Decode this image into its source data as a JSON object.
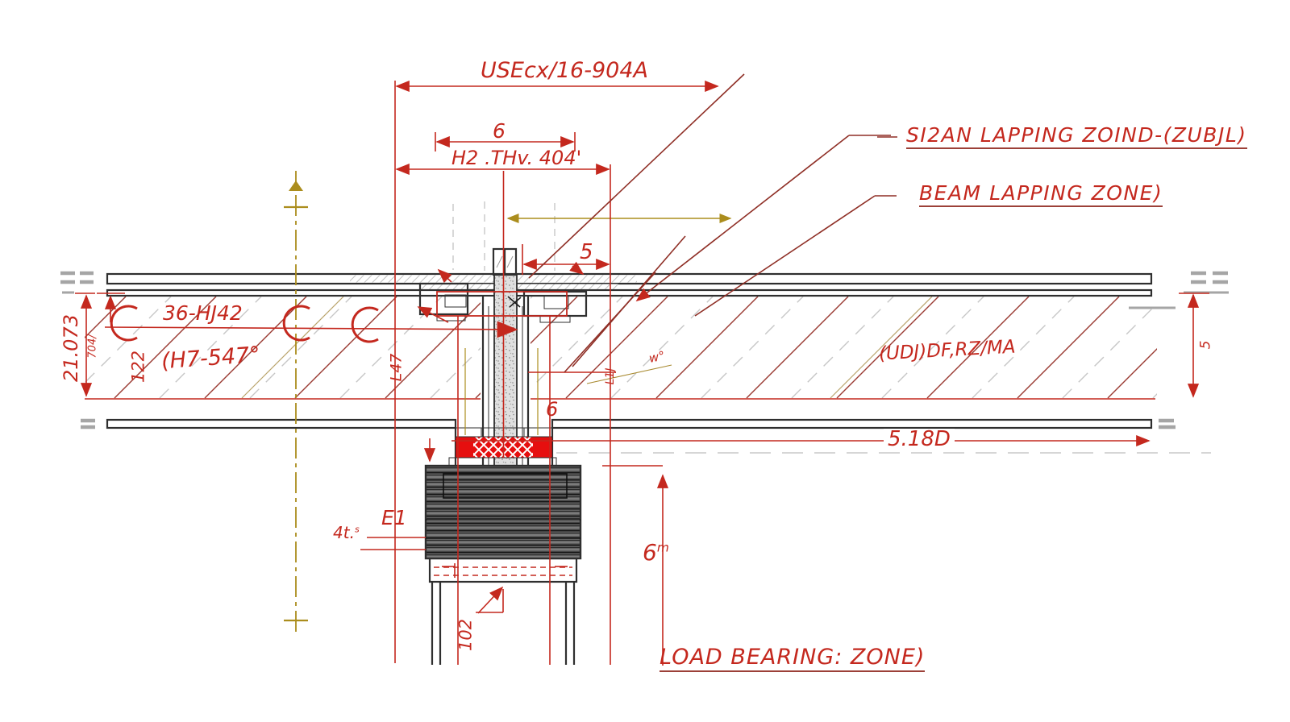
{
  "colors": {
    "dim_red": "#c4281e",
    "leader_red": "#8f2f26",
    "pad_red": "#e60f0f",
    "structure": "#2f2f2f",
    "break_gray": "#a5a5a5",
    "light_gray": "#c9c9c9",
    "olive": "#ab8d1d"
  },
  "annotations": {
    "top_dim": "USEcx/16-904A",
    "dim_6_top": "6",
    "beam_dim": "H2 .THv. 404'",
    "dim_5": "5",
    "splice_label": "SI2AN LAPPING ZOIND-(ZUBJL)",
    "beam_lap_label": "BEAM LAPPING ZONE)",
    "stud_label": "36-HJ42",
    "angle_label": "(H7-547°",
    "num_122": "122",
    "left_dim": "21.073",
    "left_dim_small": "704/",
    "l47": "L47",
    "deck_label": "(UDJ)DF,RZ/MA",
    "dim_518d": "5.18D",
    "dim_6_mid": "6",
    "e1": "E1",
    "dim_4t_value": "4t.",
    "dim_4t_sup": "s",
    "dim_102": "102",
    "dim_6m_value": "6",
    "dim_6m_unit": "m",
    "load_label": "LOAD BEARING: ZONE)",
    "l1j": "L1J",
    "w_deg": "w°",
    "dim_5_right": "5"
  }
}
